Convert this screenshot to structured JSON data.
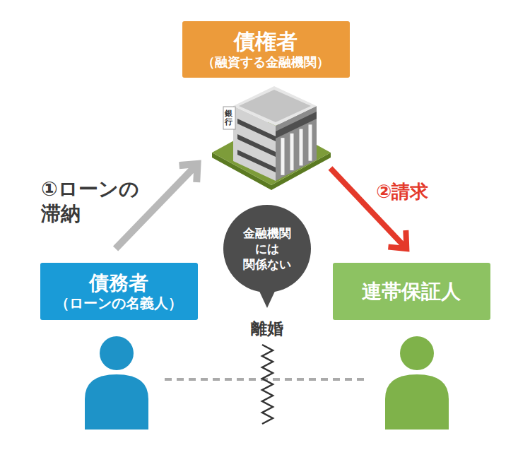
{
  "diagram": {
    "nodes": [
      {
        "text": [
          "債権者",
          "（融資する金融機関）"
        ]
      },
      {
        "text": [
          "債務者",
          "（ローンの名義人）"
        ]
      },
      {
        "text": [
          "連帯保証人"
        ]
      },
      {
        "text": [
          "金融機関 には 関係ない"
        ]
      }
    ],
    "edges": [
      {
        "from": 1,
        "to": 0,
        "arrow": "to",
        "label": "①ローンの 滞納"
      },
      {
        "from": 0,
        "to": 2,
        "arrow": "to",
        "label": "②請求"
      }
    ],
    "labels": [
      "銀行",
      "離婚"
    ]
  }
}
